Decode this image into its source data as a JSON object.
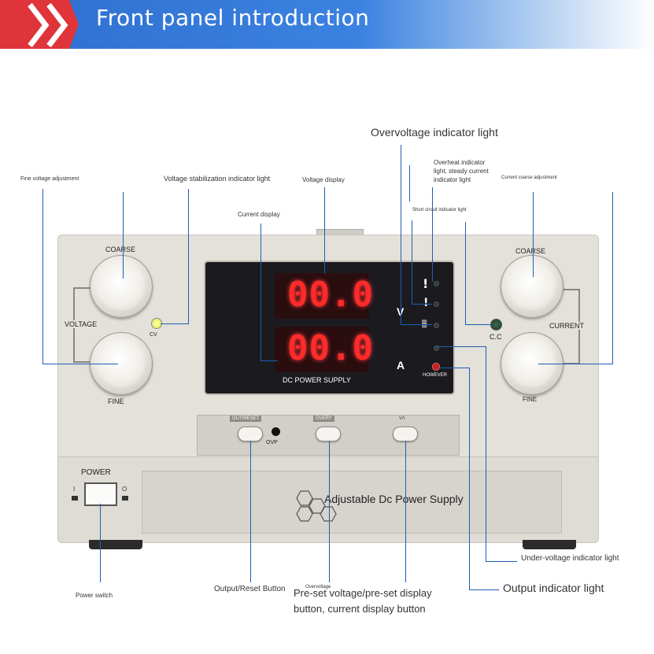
{
  "banner": {
    "title": "Front panel introduction"
  },
  "callouts": {
    "overvoltage_indicator": "Overvoltage indicator light",
    "overheat_indicator": "Overheat indicator light, steady current indicator light",
    "fine_voltage_adjustment": "Fine voltage adjustment",
    "voltage_stabilization_indicator": "Voltage stabilization indicator light",
    "voltage_display": "Voltage display",
    "current_display": "Current display",
    "current_coarse_adjustment": "Current coarse adjustment",
    "short_circuit_indicator": "Short circuit indicator light",
    "under_voltage_indicator": "Under-voltage indicator light",
    "output_indicator": "Output indicator light",
    "power_switch": "Power switch",
    "output_reset_button": "Output/Reset Button",
    "overvoltage_small": "Overvoltage",
    "preset_button": "Pre-set voltage/pre-set display button, current display button"
  },
  "panel": {
    "left_coarse": "COARSE",
    "left_voltage": "VOLTAGE",
    "left_fine": "FINE",
    "cv": "CV",
    "right_coarse": "COARSE",
    "right_current": "CURRENT",
    "right_fine": "FINE",
    "cc": "C.C",
    "voltage_reading": "00.0",
    "voltage_unit": "V",
    "current_reading": "00.0",
    "current_unit": "A",
    "display_label": "DC POWER SUPPLY",
    "however": "HOWEVER",
    "btn_outreset": "OUT/RESET",
    "ovp": "OVP",
    "btn_overy": "OVERY",
    "btn_vi": "V/I",
    "power": "POWER",
    "power_on": "I",
    "power_off": "O",
    "nameplate": "Adjustable Dc Power Supply"
  },
  "colors": {
    "banner_blue": "#2e6fd0",
    "banner_red": "#e0343b",
    "leader_line": "#1f5fb0",
    "digit_red": "#ff2a2a"
  }
}
